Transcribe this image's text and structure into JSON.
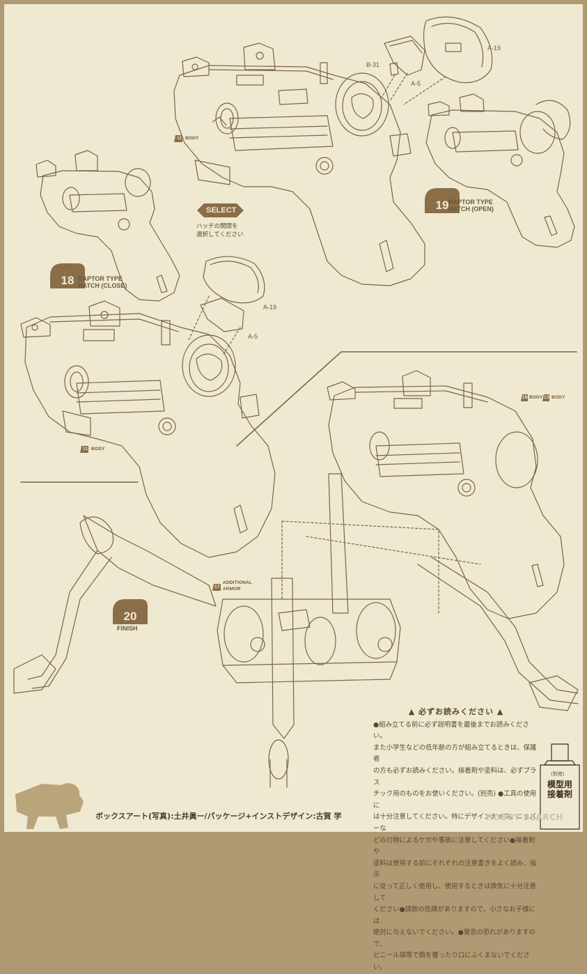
{
  "part_labels": {
    "b31": "B-31",
    "a5_top": "A-5",
    "a19_top": "A-19",
    "a19_mid": "A-19",
    "a5_mid": "A-5"
  },
  "body_tags": {
    "step11_top_num": "11",
    "step11_top_text": "BODY",
    "step11_mid_num": "11",
    "step11_mid_text": "BODY",
    "ref_18_num": "18",
    "ref_or": "BODY or",
    "ref_19_num": "19",
    "ref_19_text": "BODY",
    "step17_num": "17",
    "step17_text1": "ADDITIONAL",
    "step17_text2": "ARMOR"
  },
  "steps": {
    "s18": {
      "num": "18",
      "line1": "RAPTOR TYPE",
      "line2": "HATCH (CLOSE)"
    },
    "s19": {
      "num": "19",
      "line1": "RAPTOR TYPE",
      "line2": "HATCH (OPEN)"
    },
    "s20": {
      "num": "20",
      "line1": "FINISH"
    }
  },
  "select": {
    "label": "SELECT",
    "line1": "ハッチの開閉を",
    "line2": "選択してください"
  },
  "notice": {
    "title": "必ずお読みください",
    "lines": [
      "●組み立てる前に必ず説明書を最後までお読みください。",
      "また小学生などの低年齢の方が組み立てるときは、保護者",
      "の方も必ずお読みください。接着剤や塗料は、必ずプラス",
      "チック用のものをお使いください。(別売) ●工具の使用に",
      "は十分注意してください。特にデザインナイフ、ニッパーな",
      "どの刃物によるケガや事故に注意してください●接着剤や",
      "塗料は使用する前にそれぞれの注意書きをよく読み、指示",
      "に従って正しく使用し、使用するときは換気に十分注意して",
      "ください●誤飲の危険がありますので、小さなお子様には",
      "絶対に与えないでください。●窒息の恐れがありますので、",
      "ビニール袋等で顔を覆ったり口にふくまないでください。"
    ]
  },
  "glue": {
    "sub": "(別売)",
    "line1": "模型用",
    "line2": "接着剤"
  },
  "credits": "ボックスアート(写真):土井眞一/パッケージ+インストデザイン:古賀 学",
  "watermark": "HOBBY SEARCH",
  "colors": {
    "line": "#7a6445",
    "paper": "#efe9d2",
    "accent": "#8a6e48"
  }
}
